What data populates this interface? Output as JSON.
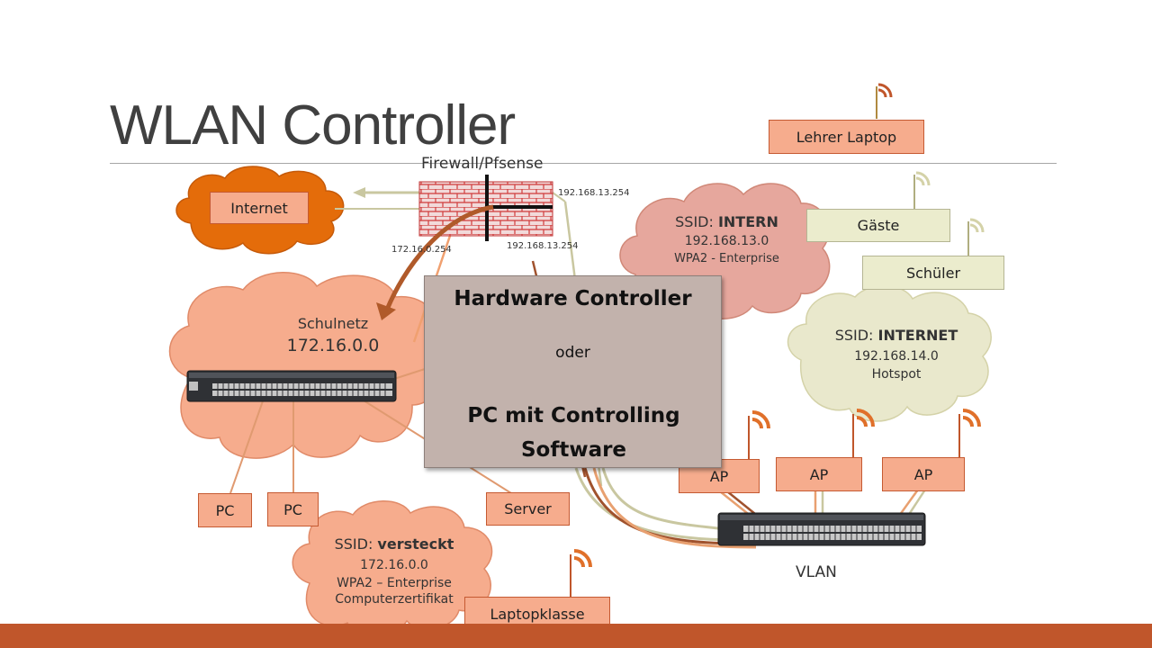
{
  "slide": {
    "title": "WLAN Controller"
  },
  "nodes": {
    "internet": "Internet",
    "firewall": "Firewall/Pfsense",
    "ip_fw_top_right": "192.168.13.254",
    "ip_fw_bottom_right": "192.168.13.254",
    "ip_fw_bottom_left": "172.16.0.254",
    "schulnetz_name": "Schulnetz",
    "schulnetz_net": "172.16.0.0",
    "lehrer_laptop": "Lehrer Laptop",
    "gaeste": "Gäste",
    "schueler": "Schüler",
    "pc1": "PC",
    "pc2": "PC",
    "server": "Server",
    "laptopklasse": "Laptopklasse",
    "ap1": "AP",
    "ap2": "AP",
    "ap3": "AP",
    "vlan": "VLAN"
  },
  "ssids": {
    "intern": {
      "prefix": "SSID: ",
      "name": "INTERN",
      "net": "192.168.13.0",
      "security": "WPA2 - Enterprise"
    },
    "internet": {
      "prefix": "SSID: ",
      "name": "INTERNET",
      "net": "192.168.14.0",
      "security": "Hotspot"
    },
    "versteckt": {
      "prefix": "SSID: ",
      "name": "versteckt",
      "net": "172.16.0.0",
      "security": "WPA2 – Enterprise",
      "extra": "Computerzertifikat"
    }
  },
  "controller": {
    "title": "Hardware Controller",
    "or": "oder",
    "alt": "PC mit Controlling Software"
  },
  "colors": {
    "orange_cloud": "#f6ac8d",
    "orange_border": "#c55a32",
    "internet_cloud": "#e46c0a",
    "intern_cloud": "#e6a79d",
    "internet_ssid_cloud": "#e9e8cc",
    "footer": "#c0562b",
    "controller": "#c2b2ac"
  },
  "icons": {
    "wifi": "wifi-signal-icon",
    "switch": "network-switch-icon",
    "firewall": "brick-wall-icon",
    "cloud": "cloud-shape"
  }
}
